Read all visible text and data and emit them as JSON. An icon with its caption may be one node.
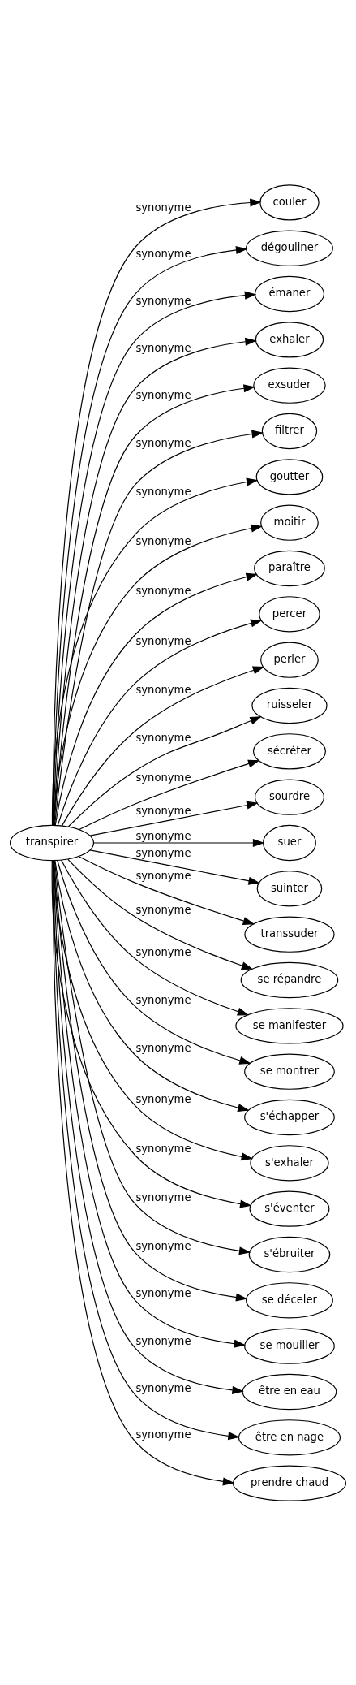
{
  "diagram": {
    "nodes": [
      {
        "text": [
          "transpirer"
        ]
      },
      {
        "text": [
          "couler"
        ]
      },
      {
        "text": [
          "dégouliner"
        ]
      },
      {
        "text": [
          "émaner"
        ]
      },
      {
        "text": [
          "exhaler"
        ]
      },
      {
        "text": [
          "exsuder"
        ]
      },
      {
        "text": [
          "filtrer"
        ]
      },
      {
        "text": [
          "goutter"
        ]
      },
      {
        "text": [
          "moitir"
        ]
      },
      {
        "text": [
          "paraître"
        ]
      },
      {
        "text": [
          "percer"
        ]
      },
      {
        "text": [
          "perler"
        ]
      },
      {
        "text": [
          "ruisseler"
        ]
      },
      {
        "text": [
          "sécréter"
        ]
      },
      {
        "text": [
          "sourdre"
        ]
      },
      {
        "text": [
          "suer"
        ]
      },
      {
        "text": [
          "suinter"
        ]
      },
      {
        "text": [
          "transsuder"
        ]
      },
      {
        "text": [
          "se répandre"
        ]
      },
      {
        "text": [
          "se manifester"
        ]
      },
      {
        "text": [
          "se montrer"
        ]
      },
      {
        "text": [
          "s'échapper"
        ]
      },
      {
        "text": [
          "s'exhaler"
        ]
      },
      {
        "text": [
          "s'éventer"
        ]
      },
      {
        "text": [
          "s'ébruiter"
        ]
      },
      {
        "text": [
          "se déceler"
        ]
      },
      {
        "text": [
          "se mouiller"
        ]
      },
      {
        "text": [
          "être en eau"
        ]
      },
      {
        "text": [
          "être en nage"
        ]
      },
      {
        "text": [
          "prendre chaud"
        ]
      }
    ],
    "edges": [
      {
        "from": 0,
        "to": 1,
        "arrow": "to",
        "label": "synonyme"
      },
      {
        "from": 0,
        "to": 2,
        "arrow": "to",
        "label": "synonyme"
      },
      {
        "from": 0,
        "to": 3,
        "arrow": "to",
        "label": "synonyme"
      },
      {
        "from": 0,
        "to": 4,
        "arrow": "to",
        "label": "synonyme"
      },
      {
        "from": 0,
        "to": 5,
        "arrow": "to",
        "label": "synonyme"
      },
      {
        "from": 0,
        "to": 6,
        "arrow": "to",
        "label": "synonyme"
      },
      {
        "from": 0,
        "to": 7,
        "arrow": "to",
        "label": "synonyme"
      },
      {
        "from": 0,
        "to": 8,
        "arrow": "to",
        "label": "synonyme"
      },
      {
        "from": 0,
        "to": 9,
        "arrow": "to",
        "label": "synonyme"
      },
      {
        "from": 0,
        "to": 10,
        "arrow": "to",
        "label": "synonyme"
      },
      {
        "from": 0,
        "to": 11,
        "arrow": "to",
        "label": "synonyme"
      },
      {
        "from": 0,
        "to": 12,
        "arrow": "to",
        "label": "synonyme"
      },
      {
        "from": 0,
        "to": 13,
        "arrow": "to",
        "label": "synonyme"
      },
      {
        "from": 0,
        "to": 14,
        "arrow": "to",
        "label": "synonyme"
      },
      {
        "from": 0,
        "to": 15,
        "arrow": "to",
        "label": "synonyme"
      },
      {
        "from": 0,
        "to": 16,
        "arrow": "to",
        "label": "synonyme"
      },
      {
        "from": 0,
        "to": 17,
        "arrow": "to",
        "label": "synonyme"
      },
      {
        "from": 0,
        "to": 18,
        "arrow": "to",
        "label": "synonyme"
      },
      {
        "from": 0,
        "to": 19,
        "arrow": "to",
        "label": "synonyme"
      },
      {
        "from": 0,
        "to": 20,
        "arrow": "to",
        "label": "synonyme"
      },
      {
        "from": 0,
        "to": 21,
        "arrow": "to",
        "label": "synonyme"
      },
      {
        "from": 0,
        "to": 22,
        "arrow": "to",
        "label": "synonyme"
      },
      {
        "from": 0,
        "to": 23,
        "arrow": "to",
        "label": "synonyme"
      },
      {
        "from": 0,
        "to": 24,
        "arrow": "to",
        "label": "synonyme"
      },
      {
        "from": 0,
        "to": 25,
        "arrow": "to",
        "label": "synonyme"
      },
      {
        "from": 0,
        "to": 26,
        "arrow": "to",
        "label": "synonyme"
      },
      {
        "from": 0,
        "to": 27,
        "arrow": "to",
        "label": "synonyme"
      },
      {
        "from": 0,
        "to": 28,
        "arrow": "to",
        "label": "synonyme"
      },
      {
        "from": 0,
        "to": 29,
        "arrow": "to",
        "label": "synonyme"
      }
    ]
  }
}
